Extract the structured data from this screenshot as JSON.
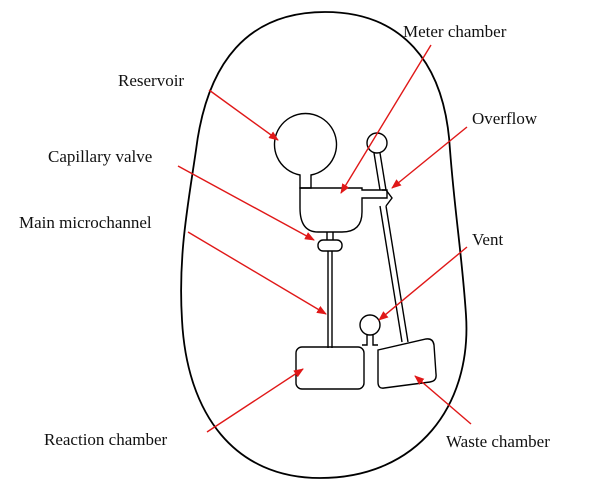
{
  "labels": {
    "meter_chamber": "Meter chamber",
    "reservoir": "Reservoir",
    "overflow": "Overflow",
    "capillary_valve": "Capillary valve",
    "main_microchannel": "Main microchannel",
    "vent": "Vent",
    "reaction_chamber": "Reaction chamber",
    "waste_chamber": "Waste chamber"
  },
  "colors": {
    "outline": "#000000",
    "arrow": "#e01818",
    "text": "#111111",
    "background": "#ffffff"
  }
}
